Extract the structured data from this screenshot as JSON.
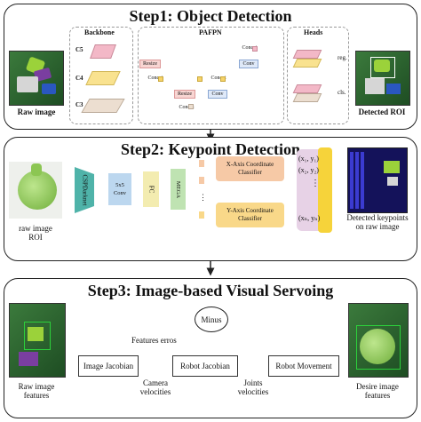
{
  "step1": {
    "title": "Step1: Object Detection",
    "raw_caption": "Raw image",
    "detected_caption": "Detected ROI",
    "backbone_label": "Backbone",
    "pafpn_label": "PAFPN",
    "heads_label": "Heads",
    "c5": "C5",
    "c4": "C4",
    "c3": "C3",
    "resize": "Resize",
    "concat": "Concat",
    "conv": "Conv",
    "reg": "reg.",
    "cls": "cls."
  },
  "step2": {
    "title": "Step2: Keypoint Detection",
    "raw_caption_1": "raw image",
    "raw_caption_2": "ROI",
    "cspdarknet": "CSPDarknet",
    "conv5": "5x5\nConv",
    "fc": "FC",
    "mega": "MEGA",
    "x_classifier": "X-Axis Coordinate\nClassifier",
    "y_classifier": "Y-Axis Coordinate\nClassifier",
    "k1": "(x₁, y₁)",
    "k2": "(x₂, y₂)",
    "kn": "(xₙ, yₙ)",
    "dots": "⋮",
    "detected_caption_1": "Detected keypoints",
    "detected_caption_2": "on raw image"
  },
  "step3": {
    "title": "Step3: Image-based Visual Servoing",
    "minus": "Minus",
    "features_error": "Features erros",
    "image_jacobian": "Image Jacobian",
    "robot_jacobian": "Robot Jacobian",
    "robot_movement": "Robot Movement",
    "camera_velocities_1": "Camera",
    "camera_velocities_2": "velocities",
    "joints_velocities_1": "Joints",
    "joints_velocities_2": "velocities",
    "raw_caption_1": "Raw image",
    "raw_caption_2": "features",
    "desire_caption_1": "Desire image",
    "desire_caption_2": "features"
  },
  "colors": {
    "cspdarknet": "#4fb3a9",
    "conv": "#bcd7ef",
    "fc": "#f3ecb0",
    "mega": "#bfe3b2",
    "classifier": "#f6c9a6",
    "y_classifier": "#f9d889",
    "kp_box": "#e7d2e6",
    "kp_bar": "#f6d33a"
  }
}
